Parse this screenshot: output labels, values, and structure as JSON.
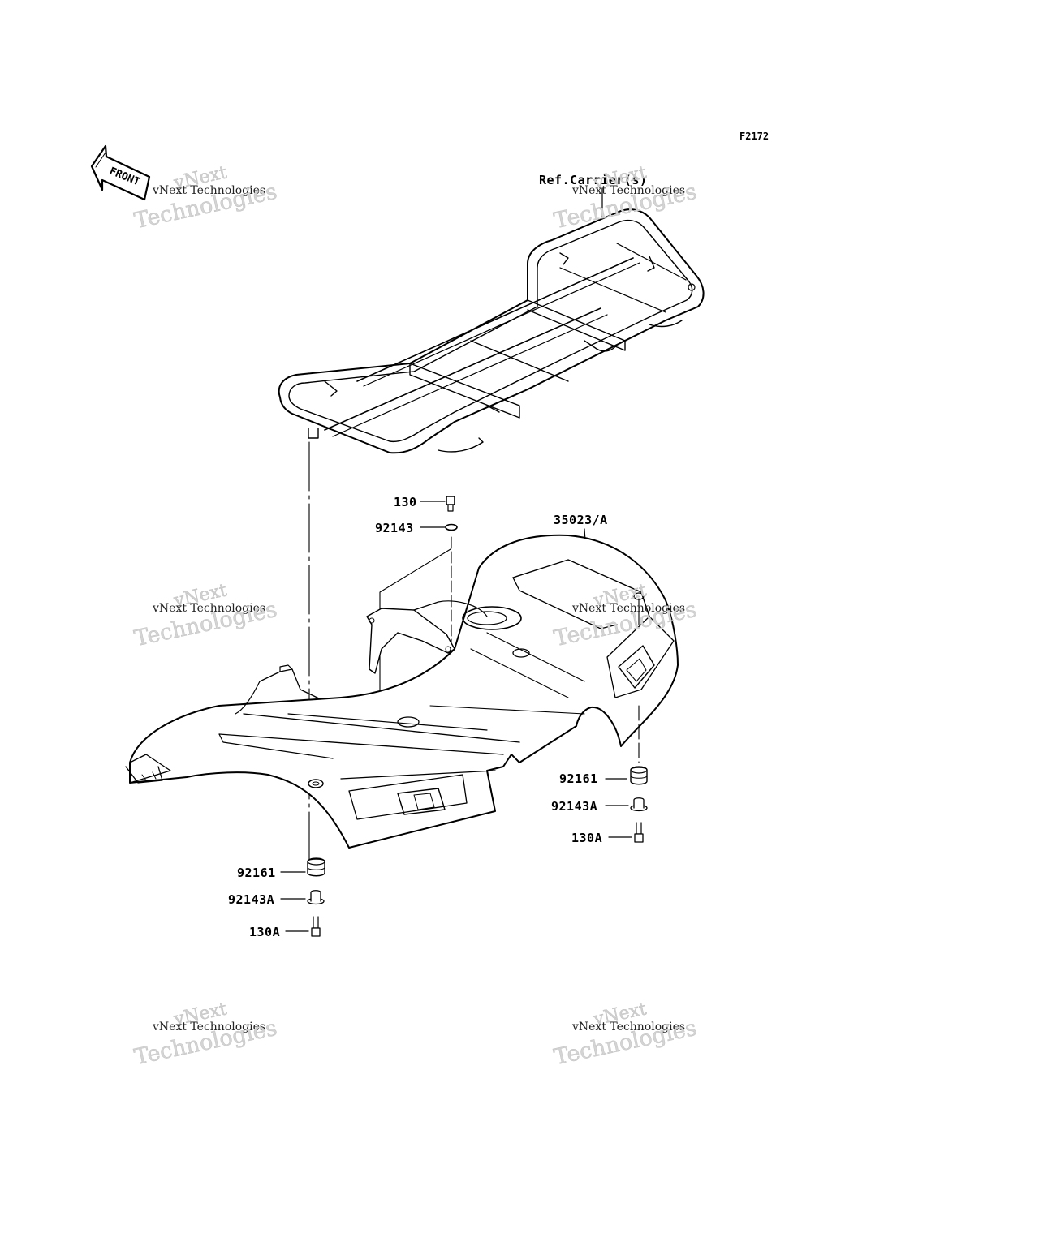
{
  "figure_code": "F2172",
  "front_marker": "FRONT",
  "reference_label": "Ref.Carrier(s)",
  "watermark": {
    "line_top": "vNext",
    "line_mid": "vNext Technologies",
    "line_bottom": "Technologies"
  },
  "parts": {
    "bolt_top": "130",
    "washer_top": "92143",
    "fender": "35023/A",
    "grommet_right": "92161",
    "collar_right": "92143A",
    "bolt_right": "130A",
    "grommet_left": "92161",
    "collar_left": "92143A",
    "bolt_left": "130A"
  }
}
